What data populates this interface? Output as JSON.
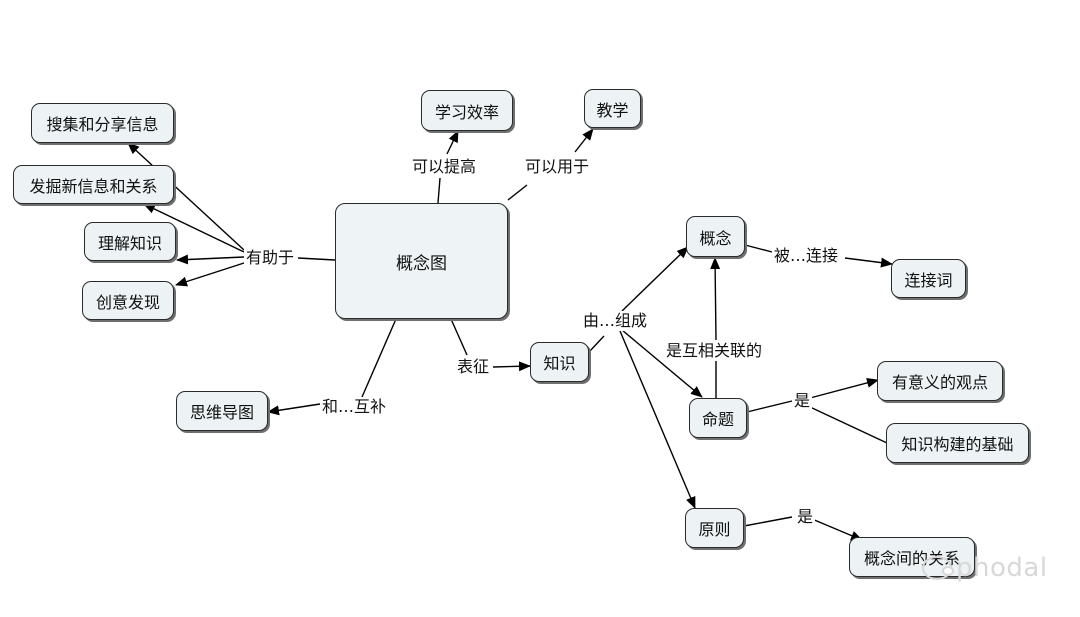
{
  "nodes": {
    "center": "概念图",
    "sharing": "搜集和分享信息",
    "discovery": "发掘新信息和关系",
    "understanding": "理解知识",
    "creativity": "创意发现",
    "efficiency": "学习效率",
    "teaching": "教学",
    "mindmap": "思维导图",
    "knowledge": "知识",
    "concept": "概念",
    "proposition": "命题",
    "principle": "原则",
    "connector_word": "连接词",
    "meaningful_view": "有意义的观点",
    "knowledge_base": "知识构建的基础",
    "concept_relation": "概念间的关系"
  },
  "labels": {
    "helps": "有助于",
    "improves": "可以提高",
    "used_for": "可以用于",
    "represents": "表征",
    "complements": "和…互补",
    "composed_of": "由…组成",
    "connected_by": "被…连接",
    "interrelated": "是互相关联的",
    "is_1": "是",
    "is_2": "是"
  },
  "watermark": "phodal",
  "colors": {
    "node_fill": "#edf2f4",
    "node_border": "#2b2b2b",
    "line": "#000000",
    "watermark": "#d8d8d8"
  }
}
